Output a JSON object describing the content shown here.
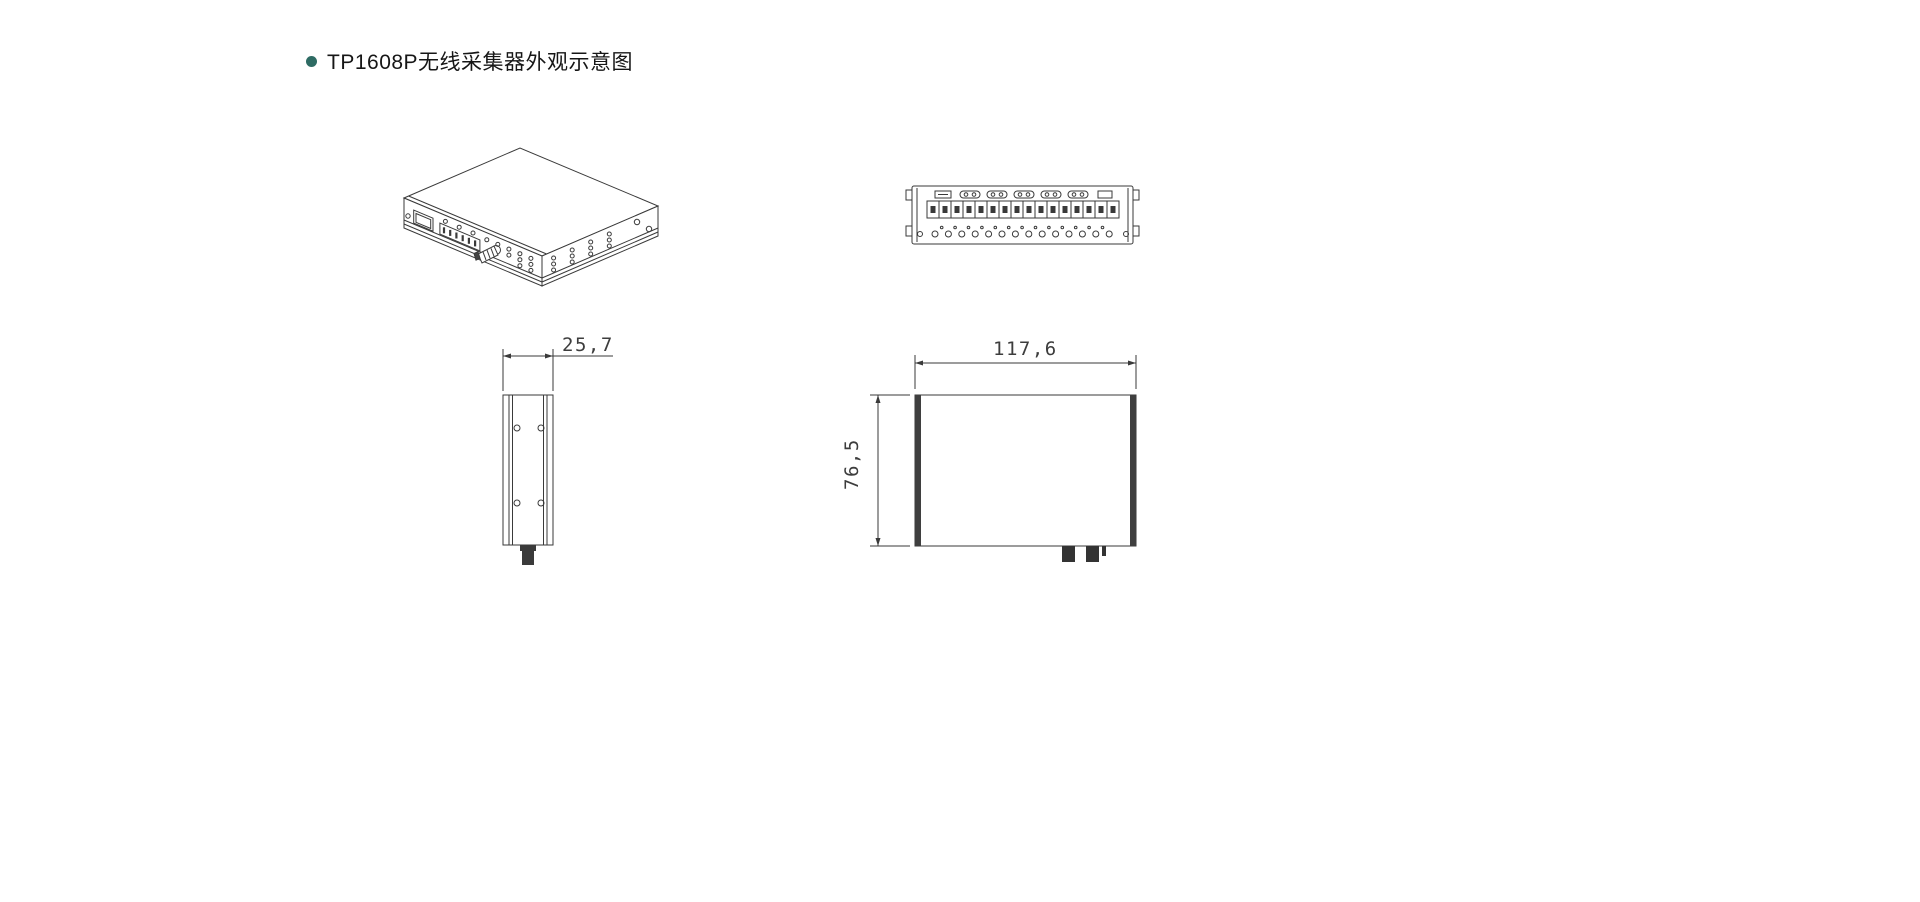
{
  "header": {
    "title": "TP1608P无线采集器外观示意图",
    "bullet_color": "#2e6b63"
  },
  "drawing": {
    "line_color": "#3a3a3a",
    "fill_color": "#ffffff",
    "connector_fill": "#3a3a3a"
  },
  "dimensions": {
    "side_width": "25,7",
    "front_width": "117,6",
    "front_height": "76,5"
  }
}
